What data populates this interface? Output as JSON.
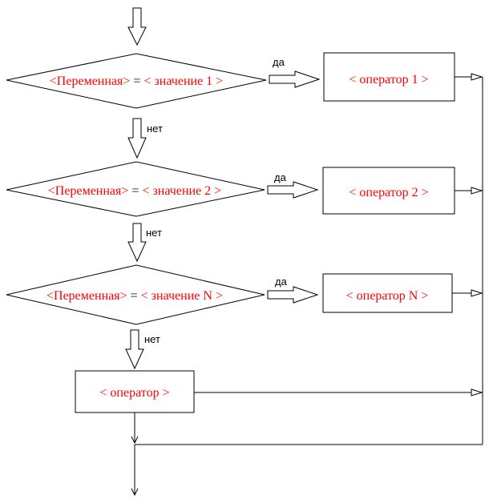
{
  "diagram": {
    "colors": {
      "accent": "#ff0000",
      "stroke": "#000000"
    },
    "conditions": [
      {
        "variable": "<Переменная>",
        "equals": "=",
        "value": "< значение 1 >",
        "yes": "да",
        "no": "нет",
        "operator": "< оператор 1 >"
      },
      {
        "variable": "<Переменная>",
        "equals": "=",
        "value": "< значение 2 >",
        "yes": "да",
        "no": "нет",
        "operator": "< оператор 2 >"
      },
      {
        "variable": "<Переменная>",
        "equals": "=",
        "value": "< значение N >",
        "yes": "да",
        "no": "нет",
        "operator": "< оператор N >"
      }
    ],
    "default_operator": "< оператор >"
  }
}
